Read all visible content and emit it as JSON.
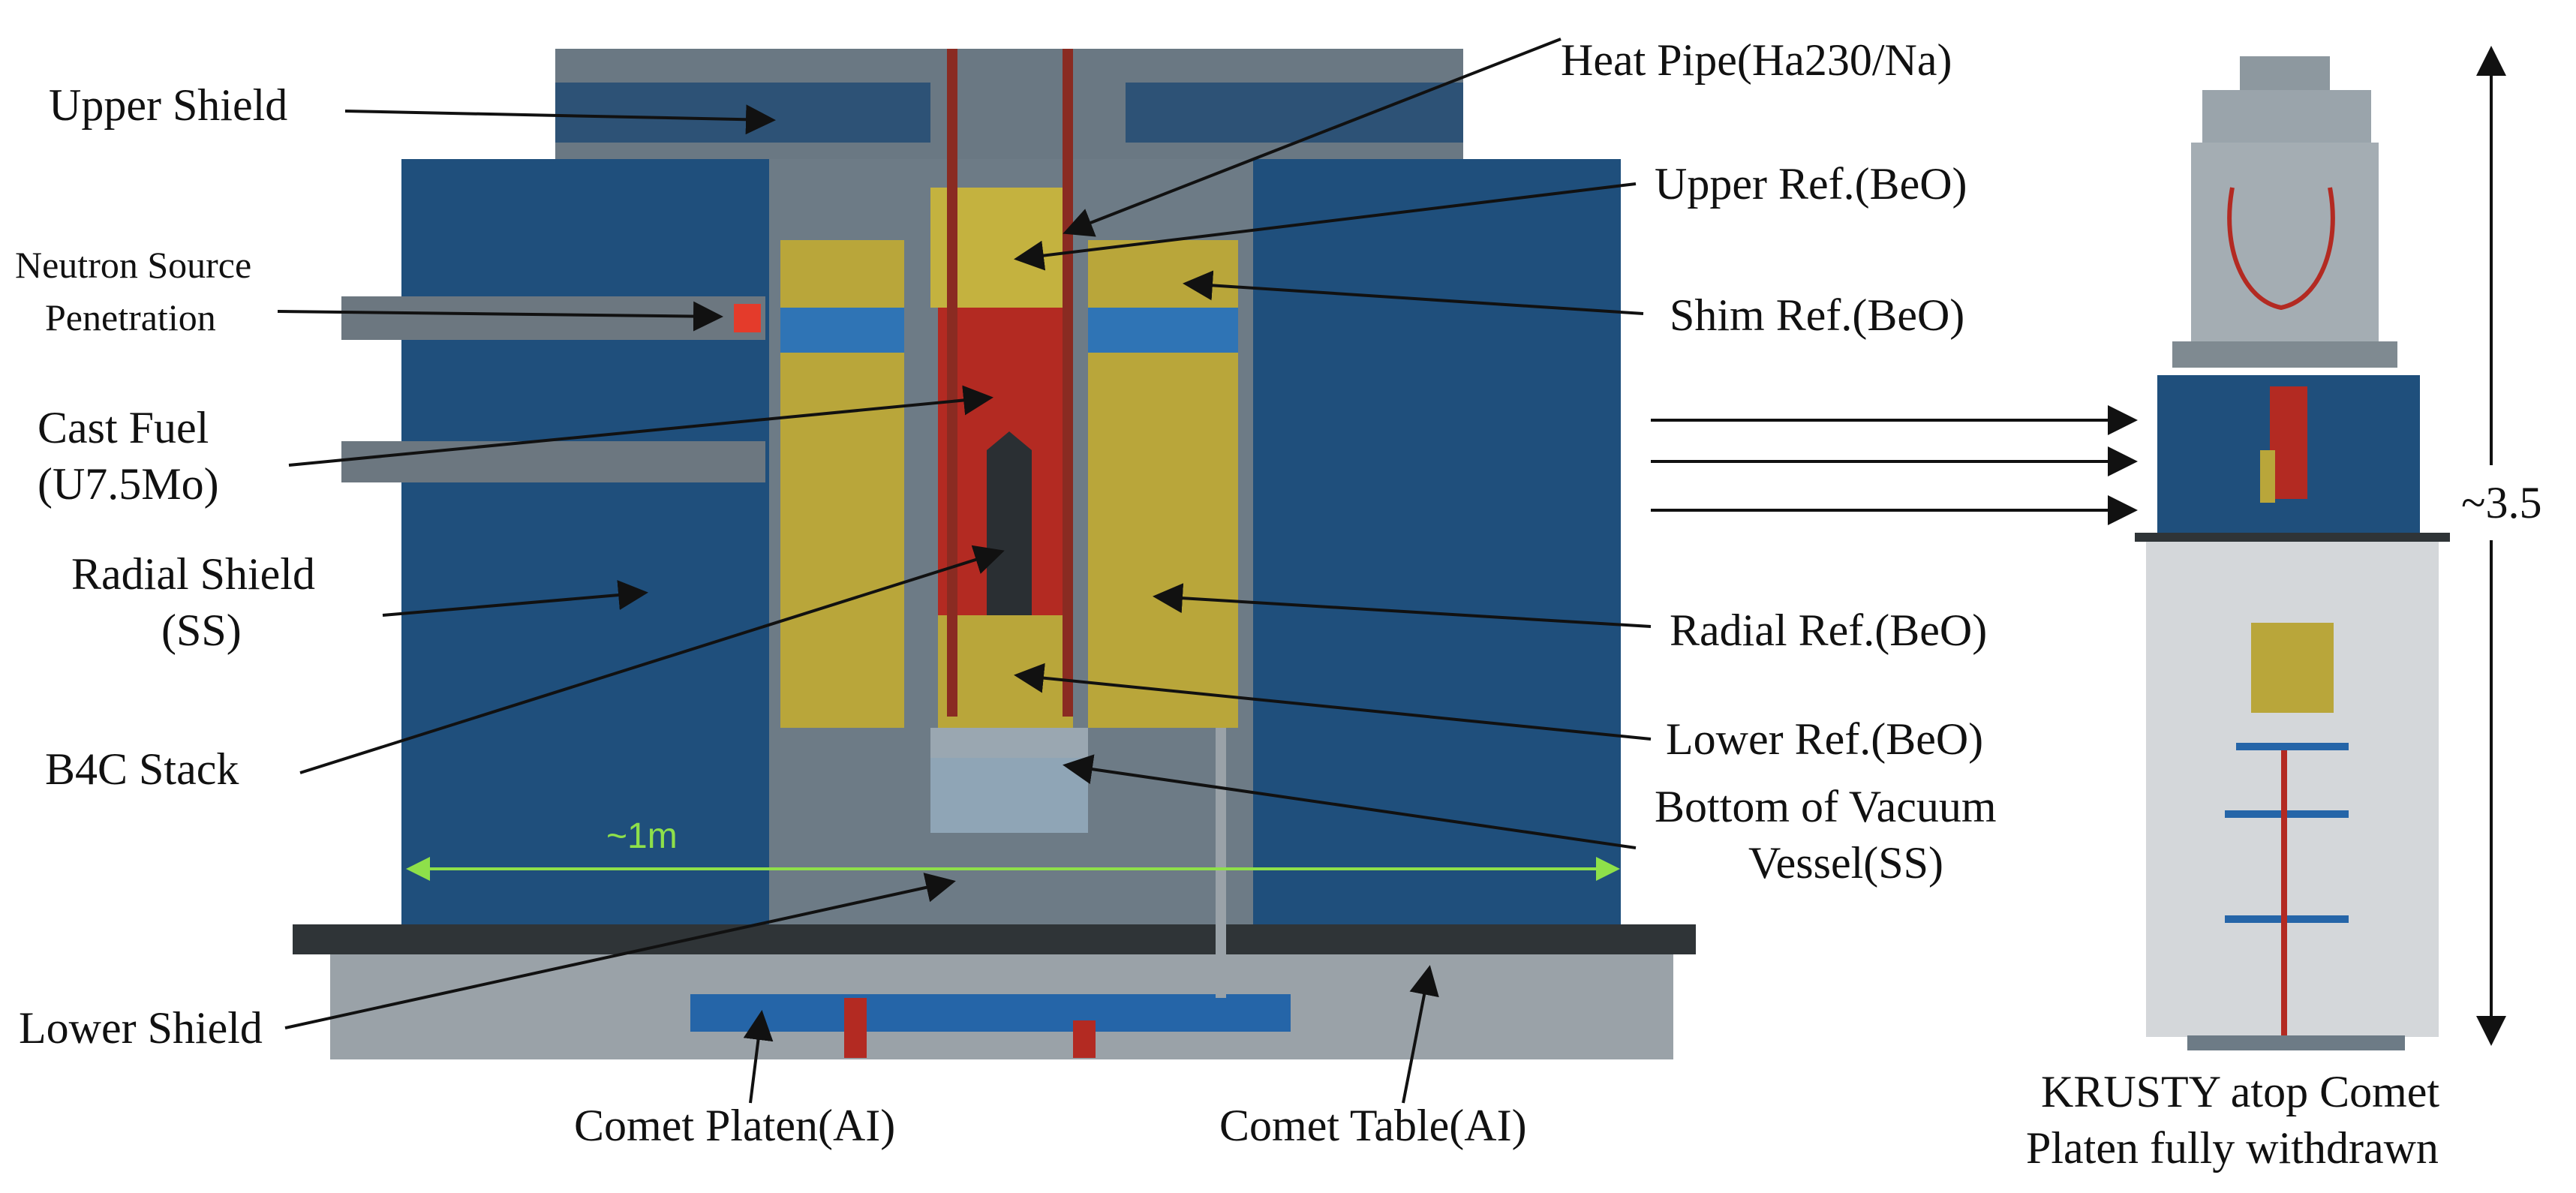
{
  "labels": {
    "upper_shield": "Upper Shield",
    "neutron_source_1": "Neutron Source",
    "neutron_source_2": "Penetration",
    "cast_fuel_1": "Cast Fuel",
    "cast_fuel_2": "(U7.5Mo)",
    "radial_shield_1": "Radial Shield",
    "radial_shield_2": "(SS)",
    "b4c_stack": "B4C Stack",
    "lower_shield": "Lower Shield",
    "comet_platen": "Comet Platen(AI)",
    "comet_table": "Comet Table(AI)",
    "heat_pipe": "Heat Pipe(Ha230/Na)",
    "upper_ref": "Upper Ref.(BeO)",
    "shim_ref": "Shim Ref.(BeO)",
    "radial_ref": "Radial Ref.(BeO)",
    "lower_ref": "Lower Ref.(BeO)",
    "bottom_vessel_1": "Bottom of Vacuum",
    "bottom_vessel_2": "Vessel(SS)",
    "width_dim": "~1m",
    "height_dim": "~3.5",
    "caption_1": "KRUSTY atop Comet",
    "caption_2": "Platen fully withdrawn"
  },
  "colors": {
    "shield_blue": "#1f4f7c",
    "reflector_yellow": "#b9a63a",
    "fuel_red": "#b32a22",
    "steel_gray": "#6f7d88",
    "platen_blue": "#2565a8",
    "dim_green": "#8ee04a"
  }
}
